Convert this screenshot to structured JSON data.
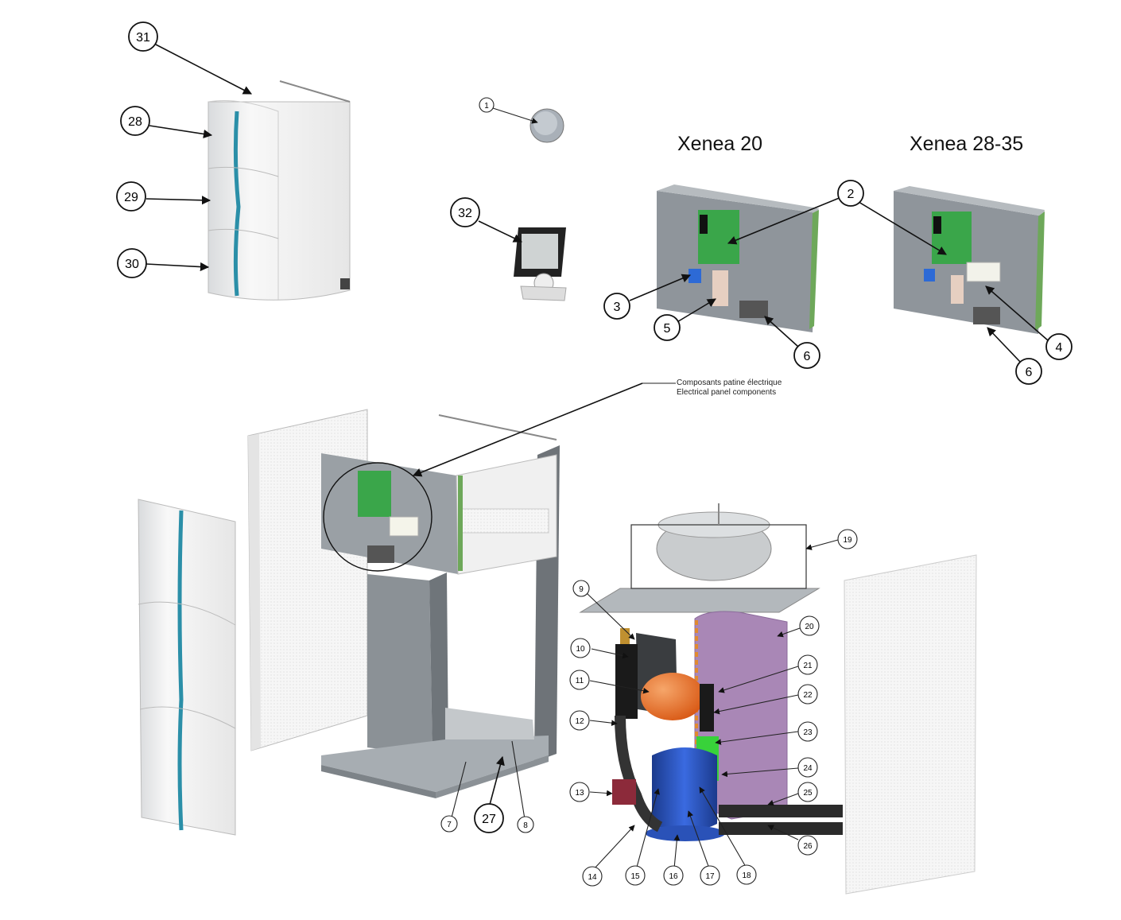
{
  "titles": {
    "model_left": "Xenea 20",
    "model_right": "Xenea 28-35"
  },
  "callout": {
    "line1": "Composants patine électrique",
    "line2": "Electrical panel components"
  },
  "labels": {
    "l1": "1",
    "l2": "2",
    "l3": "3",
    "l4": "4",
    "l5": "5",
    "l6a": "6",
    "l6b": "6",
    "l7": "7",
    "l8": "8",
    "l9": "9",
    "l10": "10",
    "l11": "11",
    "l12": "12",
    "l13": "13",
    "l14": "14",
    "l15": "15",
    "l16": "16",
    "l17": "17",
    "l18": "18",
    "l19": "19",
    "l20": "20",
    "l21": "21",
    "l22": "22",
    "l23": "23",
    "l24": "24",
    "l25": "25",
    "l26": "26",
    "l27": "27",
    "l28": "28",
    "l29": "29",
    "l30": "30",
    "l31": "31",
    "l32": "32"
  },
  "colors": {
    "panel_white": "#f2f2f2",
    "panel_grey": "#9a9ea3",
    "stripe_blue": "#2b8fa8",
    "pcb_green": "#3aa64a",
    "insulation_purple": "#a987b6",
    "tank_orange": "#e8742a",
    "compressor_blue": "#2a52b8",
    "pump_maroon": "#8c2a3a",
    "filter_green": "#38d23a"
  }
}
